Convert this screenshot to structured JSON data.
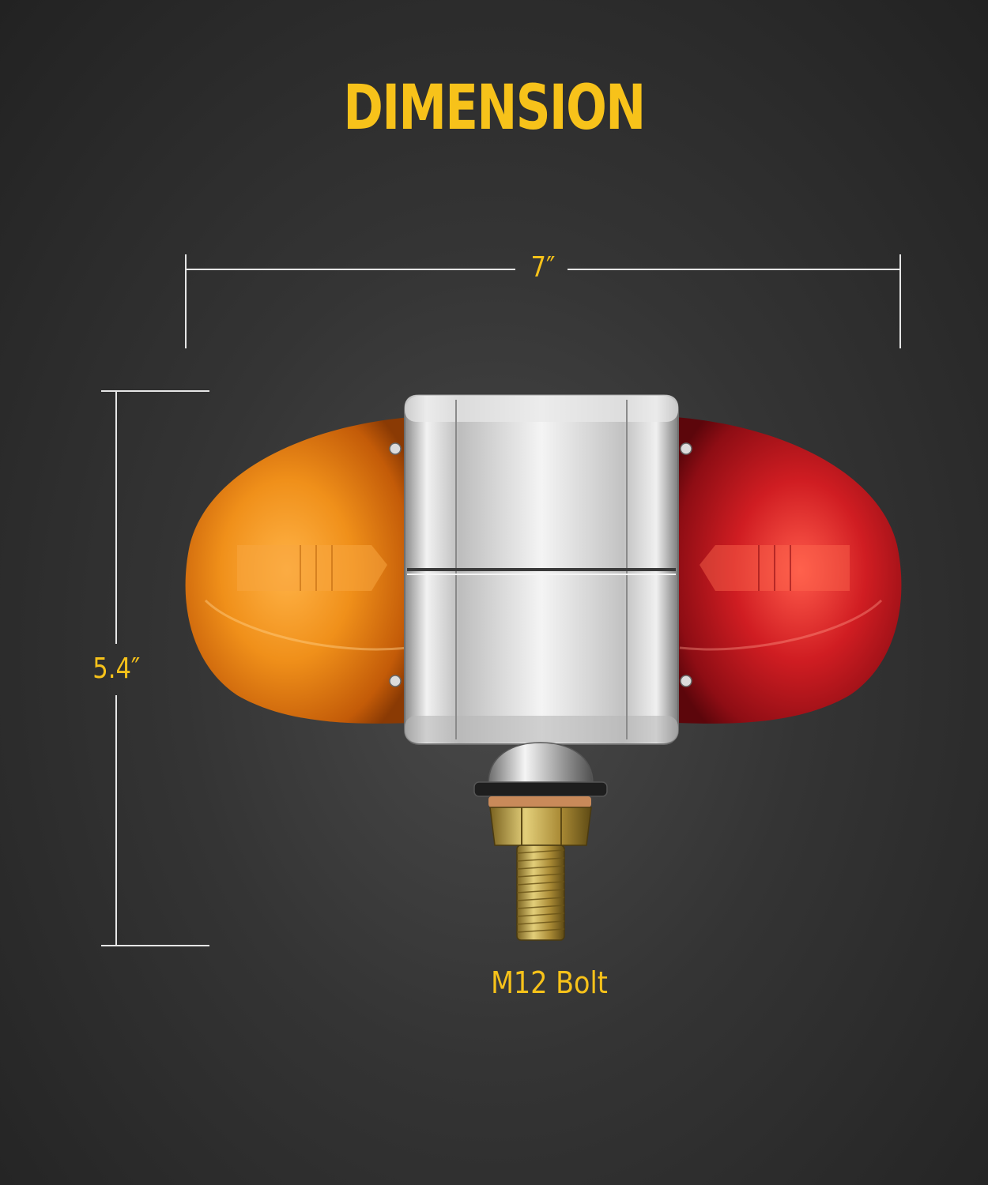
{
  "title": "DIMENSION",
  "dimensions": {
    "width_label": "7″",
    "height_label": "5.4″",
    "bolt_label": "M12 Bolt"
  },
  "colors": {
    "accent": "#f7c21a",
    "background": "#2e2e2e",
    "amber_lens": "#e8860f",
    "red_lens": "#b5121b",
    "chrome": "#d9d9d9",
    "dimension_lines": "#e6e6e6"
  },
  "icons": {
    "product": "dual-face-amber-red-marker-light-icon"
  }
}
